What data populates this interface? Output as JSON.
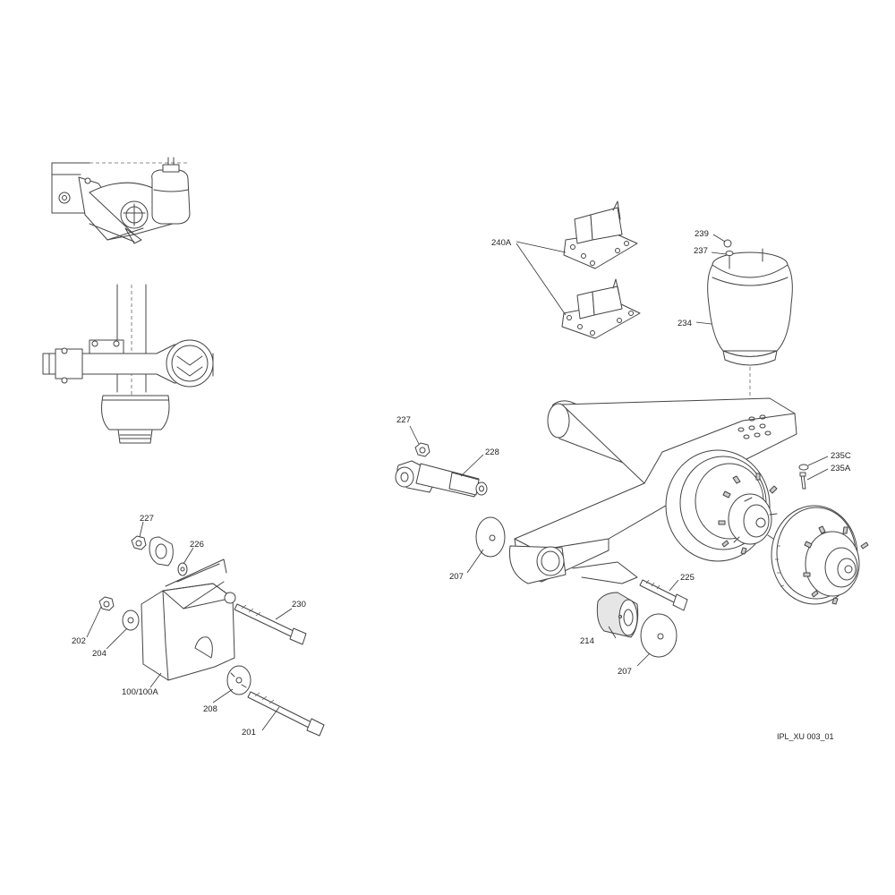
{
  "figure_id": "IPL_XU 003_01",
  "callouts": {
    "c227a": "227",
    "c226": "226",
    "c230": "230",
    "c202": "202",
    "c204": "204",
    "c100": "100/100A",
    "c208": "208",
    "c201": "201",
    "c240A": "240A",
    "c239": "239",
    "c237": "237",
    "c234": "234",
    "c227b": "227",
    "c228": "228",
    "c235C": "235C",
    "c235A": "235A",
    "c207a": "207",
    "c225": "225",
    "c214": "214",
    "c207b": "207"
  }
}
